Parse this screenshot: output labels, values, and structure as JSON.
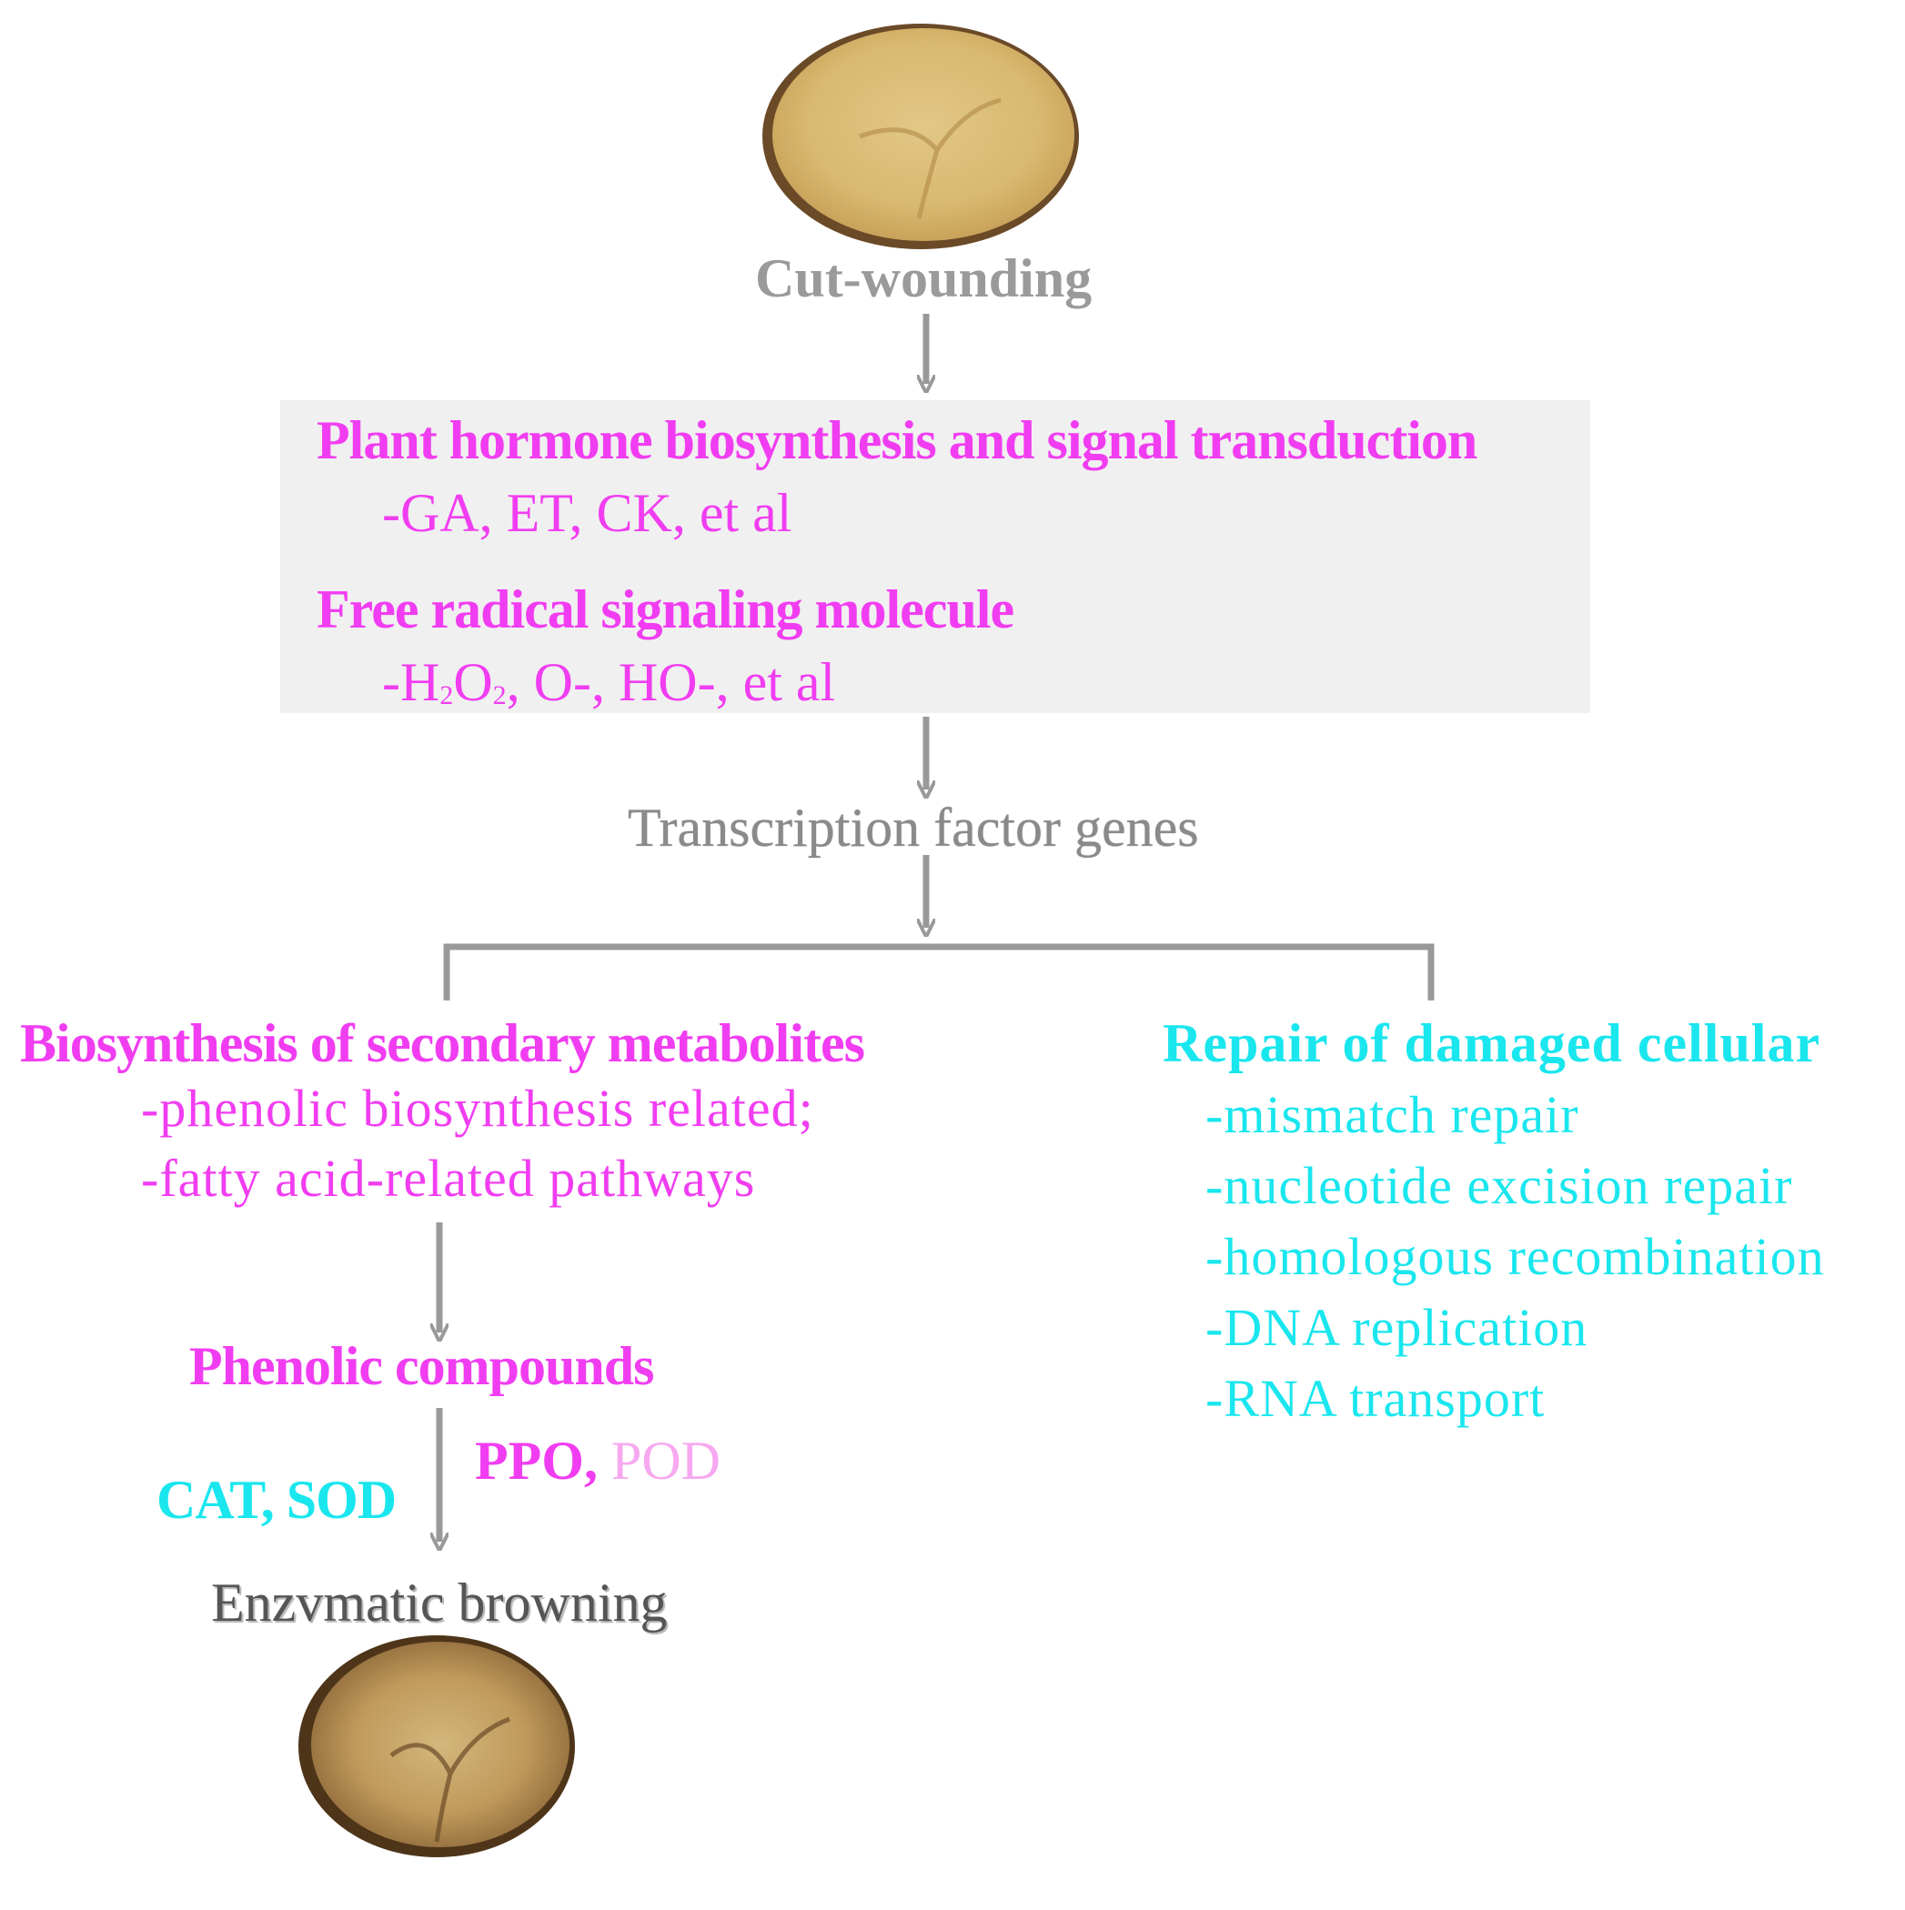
{
  "diagram": {
    "start_label": "Cut-wounding",
    "signal_box": {
      "hormone_title": "Plant hormone biosynthesis and signal transduction",
      "hormone_items": "-GA, ET, CK, et al",
      "radical_title": "Free radical signaling molecule",
      "radical_items_prefix": "-H",
      "radical_sub_1": "2",
      "radical_mid": "O",
      "radical_sub_2": "2",
      "radical_items_suffix": ", O-, HO-, et al"
    },
    "tf_label": "Transcription factor genes",
    "left_branch": {
      "title": "Biosynthesis of secondary metabolites",
      "items": [
        "-phenolic biosynthesis related;",
        "-fatty acid-related pathways"
      ]
    },
    "right_branch": {
      "title": "Repair of damaged cellular",
      "items": [
        "-mismatch repair",
        "-nucleotide excision repair",
        "-homologous recombination",
        "-DNA replication",
        "-RNA transport"
      ]
    },
    "phenolic_label": "Phenolic compounds",
    "enzymes_left": "CAT, SOD",
    "enzymes_right_1": "PPO,",
    "enzymes_right_2": "POD",
    "end_label": "Enzvmatic browning",
    "colors": {
      "magenta": "#f13df1",
      "cyan": "#1ae6ee",
      "gray": "#9a9a9a",
      "light_pink": "#f7a8f0",
      "box_bg": "#f0f0f0"
    }
  }
}
